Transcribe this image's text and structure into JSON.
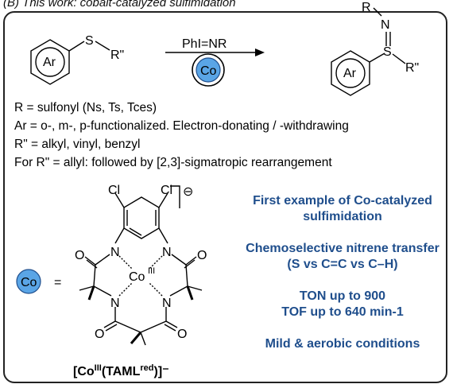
{
  "header": "(B) This work: cobalt-catalyzed sulfimidation",
  "reaction": {
    "substrate_ring": "Ar",
    "substrate_s": "S",
    "substrate_r": "R\"",
    "reagent": "PhI=NR",
    "catalyst": "Co",
    "product_r": "R",
    "product_n": "N",
    "product_s": "S",
    "product_r2": "R\"",
    "product_ring": "Ar"
  },
  "conditions": [
    "R = sulfonyl (Ns, Ts, Tces)",
    "Ar = o-, m-, p-functionalized. Electron-donating / -withdrawing",
    "R\" = alkyl, vinyl, benzyl",
    "For R\" = allyl: followed by [2,3]-sigmatropic rearrangement"
  ],
  "catalyst_structure": {
    "co_label": "Co",
    "equals": "=",
    "cl1": "Cl",
    "cl2": "Cl",
    "charge": "⊖",
    "center": "Co",
    "center_ox": "III",
    "n_labels": [
      "N",
      "N",
      "N",
      "N"
    ],
    "o_labels": [
      "O",
      "O",
      "O",
      "O"
    ],
    "name_prefix": "[Co",
    "name_ox": "III",
    "name_mid": "(TAML",
    "name_sup": "red",
    "name_suffix": ")]⁻"
  },
  "features": [
    {
      "line1": "First example of Co-catalyzed",
      "line2": "sulfimidation"
    },
    {
      "line1": "Chemoselective nitrene transfer",
      "line2": "(S vs C=C vs C–H)"
    },
    {
      "line1": "TON up to 900",
      "line2": "TOF up to 640 min-1"
    },
    {
      "line1": "Mild & aerobic conditions",
      "line2": ""
    }
  ],
  "colors": {
    "co_fill": "#5aa5e6",
    "co_ring": "#1f4e8c",
    "feature_text": "#1f4e8c"
  }
}
